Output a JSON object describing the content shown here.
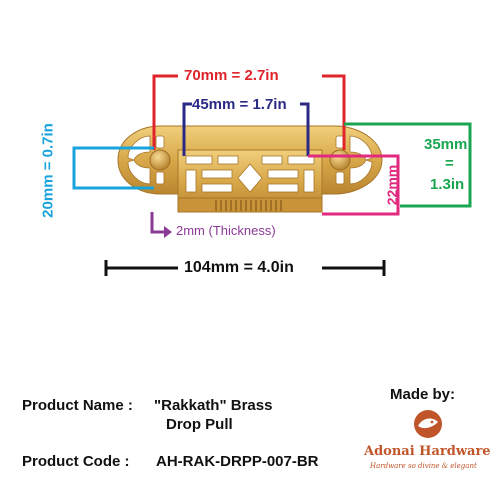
{
  "dimensions": {
    "width_top": "70mm = 2.7in",
    "width_inner": "45mm = 1.7in",
    "left_height": "20mm = 0.7in",
    "right_height_mm": "35mm",
    "right_height_eq": "=",
    "right_height_in": "1.3in",
    "pull_height": "22mm",
    "thickness": "2mm (Thickness)",
    "overall_length": "104mm = 4.0in"
  },
  "product": {
    "name_label": "Product Name :",
    "name_line1": "\"Rakkath\" Brass",
    "name_line2": "Drop Pull",
    "code_label": "Product Code  :",
    "code_value": "AH-RAK-DRPP-007-BR"
  },
  "brand": {
    "made_by": "Made by:",
    "name": "Adonai Hardware",
    "tagline": "Hardware so divine & elegant"
  },
  "colors": {
    "red": "#e0242b",
    "navy": "#2a2a86",
    "cyan": "#19a3dc",
    "green": "#1aa650",
    "magenta": "#e0297f",
    "purple": "#8b3a96",
    "brass": "#d6a84a",
    "brand_orange": "#c0552a"
  }
}
